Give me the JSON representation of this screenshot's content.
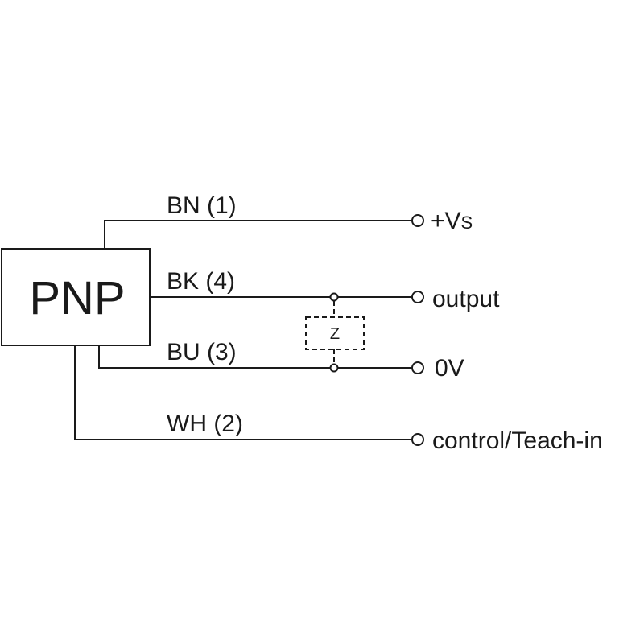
{
  "sensor": {
    "type_label": "PNP"
  },
  "wires": [
    {
      "label": "BN (1)",
      "terminal": "+V",
      "terminal_sub": "S"
    },
    {
      "label": "BK (4)",
      "terminal": "output"
    },
    {
      "label": "BU (3)",
      "terminal": "0V"
    },
    {
      "label": "WH (2)",
      "terminal": "control/Teach-in"
    }
  ],
  "load": {
    "label": "Z"
  },
  "colors": {
    "line": "#1a1a1a",
    "background": "#ffffff"
  }
}
